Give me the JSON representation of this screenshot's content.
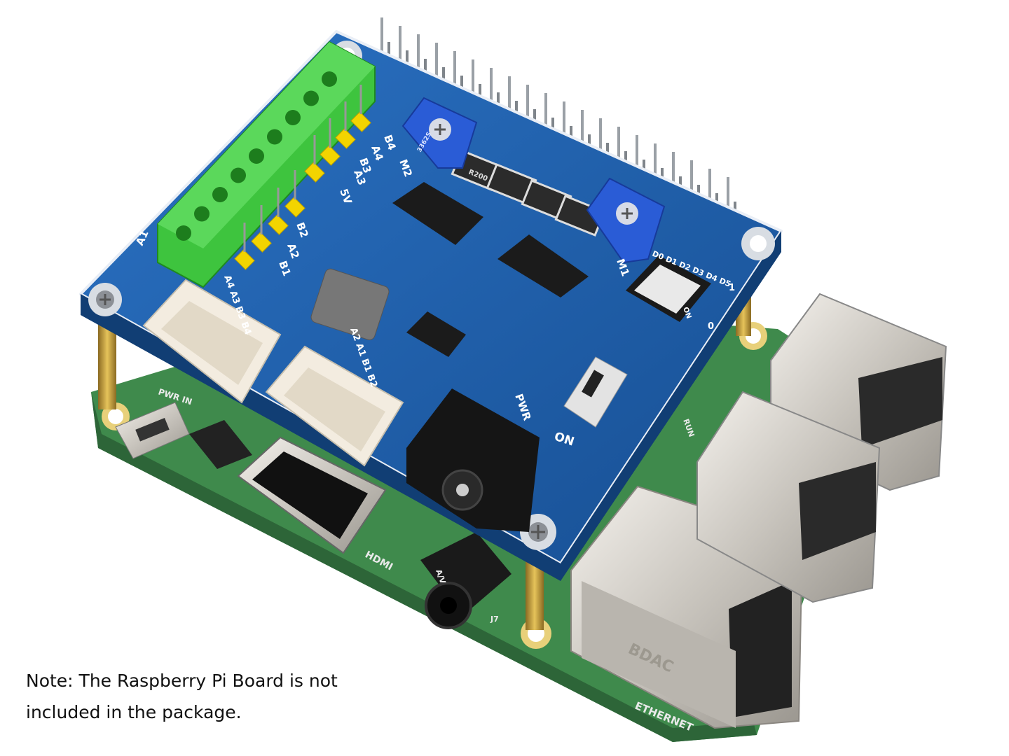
{
  "caption": {
    "line1": "Note: The Raspberry Pi Board is not",
    "line2": "included in the package."
  },
  "hat_board": {
    "terminal_labels": [
      "A1",
      "A2",
      "B1",
      "B2",
      "5V",
      "A3",
      "B3",
      "A4",
      "B4"
    ],
    "connector_labels": [
      "A4 A3 B3 B4",
      "A2 A1 B1 B2"
    ],
    "motor_labels": [
      "M1",
      "M2"
    ],
    "power_label": "PWR",
    "switch_label": "ON",
    "dip_labels": "D0 D1 D2 D3 D4 D5",
    "dip_on": "ON",
    "dip_edge": [
      "0",
      "1"
    ],
    "resistor_text": "R200",
    "pot_text": "3362S"
  },
  "pi_board": {
    "hdmi_label": "HDMI",
    "ethernet_label": "ETHERNET",
    "power_label": "PWR IN",
    "av_label": "A/V",
    "run_label": "RUN",
    "jack_label": "J7",
    "port_brand": "BDAC"
  },
  "colors": {
    "hat_blue": "#1d5fae",
    "pi_green": "#3f8a4c",
    "terminal_green": "#3ec43e",
    "pin_yellow": "#f2d400",
    "pot_blue": "#2a5cd6"
  }
}
